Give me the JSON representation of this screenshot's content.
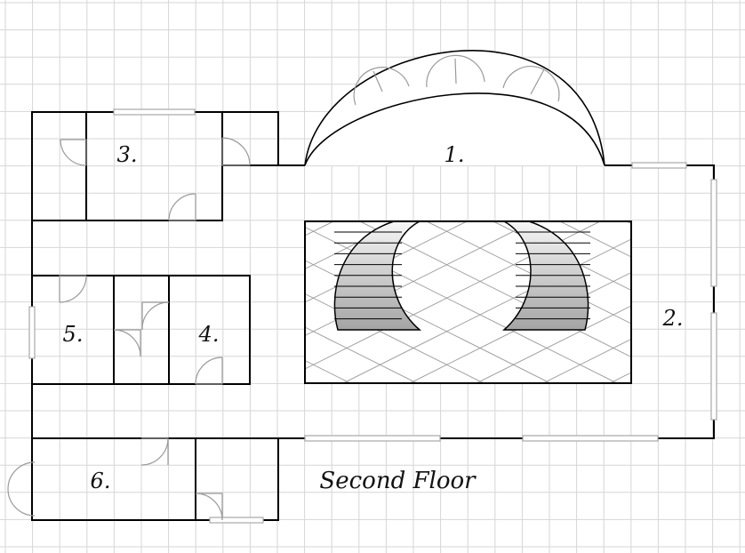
{
  "plan": {
    "title": "Second Floor",
    "rooms": [
      {
        "id": "room-1",
        "label": "1."
      },
      {
        "id": "room-2",
        "label": "2."
      },
      {
        "id": "room-3",
        "label": "3."
      },
      {
        "id": "room-4",
        "label": "4."
      },
      {
        "id": "room-5",
        "label": "5."
      },
      {
        "id": "room-6",
        "label": "6."
      }
    ]
  },
  "colors": {
    "grid": "#d6d6d6",
    "wall": "#000000",
    "window": "#a8a8a8",
    "door_arc": "#9a9a9a",
    "paving": "#9c9c9c",
    "stair_light": "#f6f6f6",
    "stair_dark": "#a4a4a4"
  }
}
